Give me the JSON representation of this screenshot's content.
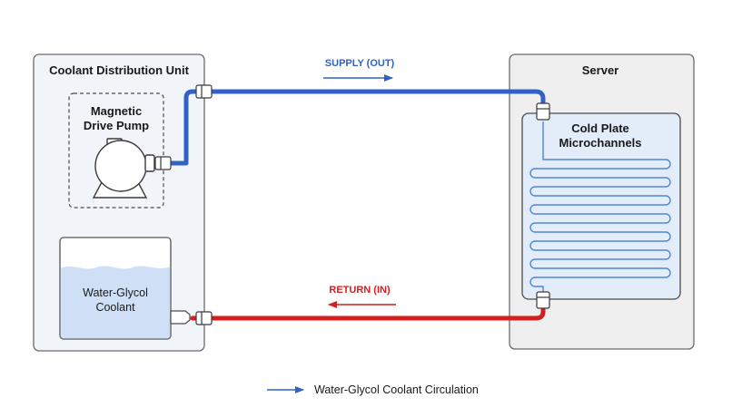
{
  "cdu": {
    "title": "Coolant Distribution Unit",
    "pump_label_line1": "Magnetic",
    "pump_label_line2": "Drive Pump",
    "reservoir_label_line1": "Water-Glycol",
    "reservoir_label_line2": "Coolant"
  },
  "server": {
    "title": "Server",
    "cold_plate_line1": "Cold Plate",
    "cold_plate_line2": "Microchannels"
  },
  "flows": {
    "supply_label": "SUPPLY (OUT)",
    "return_label": "RETURN (IN)"
  },
  "legend": {
    "label": "Water-Glycol Coolant Circulation"
  },
  "colors": {
    "supply": "#2f62c4",
    "return": "#d41f1f",
    "panel_fill": "#f1f4f9",
    "server_fill": "#efeff0",
    "cold_plate_fill": "#e3edf9",
    "coolant_fill": "#cfe0f6",
    "microchannel": "#4f86d6"
  },
  "icons": {
    "pump": "pump-icon",
    "fitting": "fitting-icon",
    "legend_arrow": "arrow-right-icon"
  }
}
